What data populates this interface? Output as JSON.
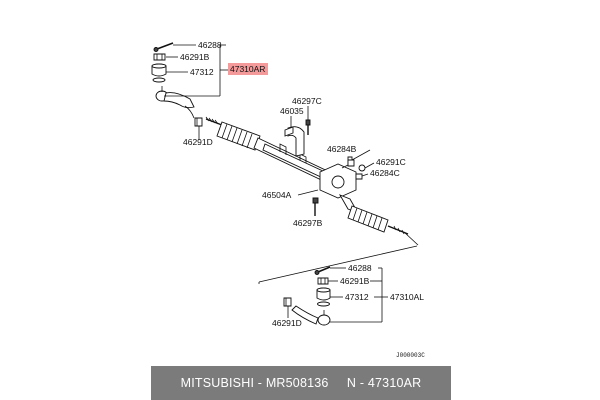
{
  "parts": {
    "top_end": {
      "p46288": "46288",
      "p46291b": "46291B",
      "p47312": "47312",
      "p47310ar": "47310AR",
      "p46291d": "46291D"
    },
    "rack": {
      "p46297c": "46297C",
      "p46035": "46035",
      "p46284b": "46284B",
      "p46291c": "46291C",
      "p46284c": "46284C",
      "p46504a": "46504A",
      "p46297b": "46297B"
    },
    "bottom_end": {
      "p46288": "46288",
      "p46291b": "46291B",
      "p47312": "47312",
      "p47310al": "47310AL",
      "p46291d": "46291D"
    }
  },
  "diagram_code": "J000003C",
  "highlight_color": "#f59a9a",
  "footer": {
    "text": "MITSUBISHI - MR508136     N - 47310AR"
  }
}
